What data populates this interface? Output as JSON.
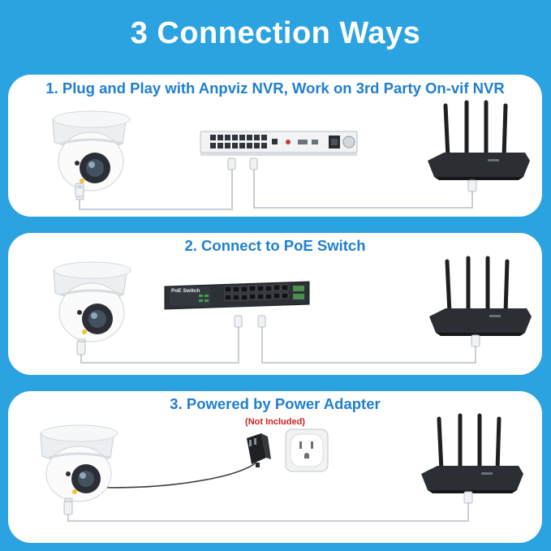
{
  "title": "3 Connection Ways",
  "panels": [
    {
      "heading": "1.  Plug and Play with Anpviz NVR, Work on 3rd Party On-vif NVR"
    },
    {
      "heading": "2. Connect to PoE Switch",
      "device_label": "PoE Switch"
    },
    {
      "heading": "3. Powered by Power Adapter",
      "note": "(Not Included)"
    }
  ],
  "icons": [
    "dome-camera-icon",
    "nvr-icon",
    "poe-switch-icon",
    "router-icon",
    "power-adapter-icon",
    "wall-outlet-icon",
    "ethernet-plug-icon"
  ],
  "colors": {
    "background": "#2aa3e0",
    "heading": "#1f7fd0",
    "note": "#cc1f1f",
    "panel": "#ffffff"
  }
}
